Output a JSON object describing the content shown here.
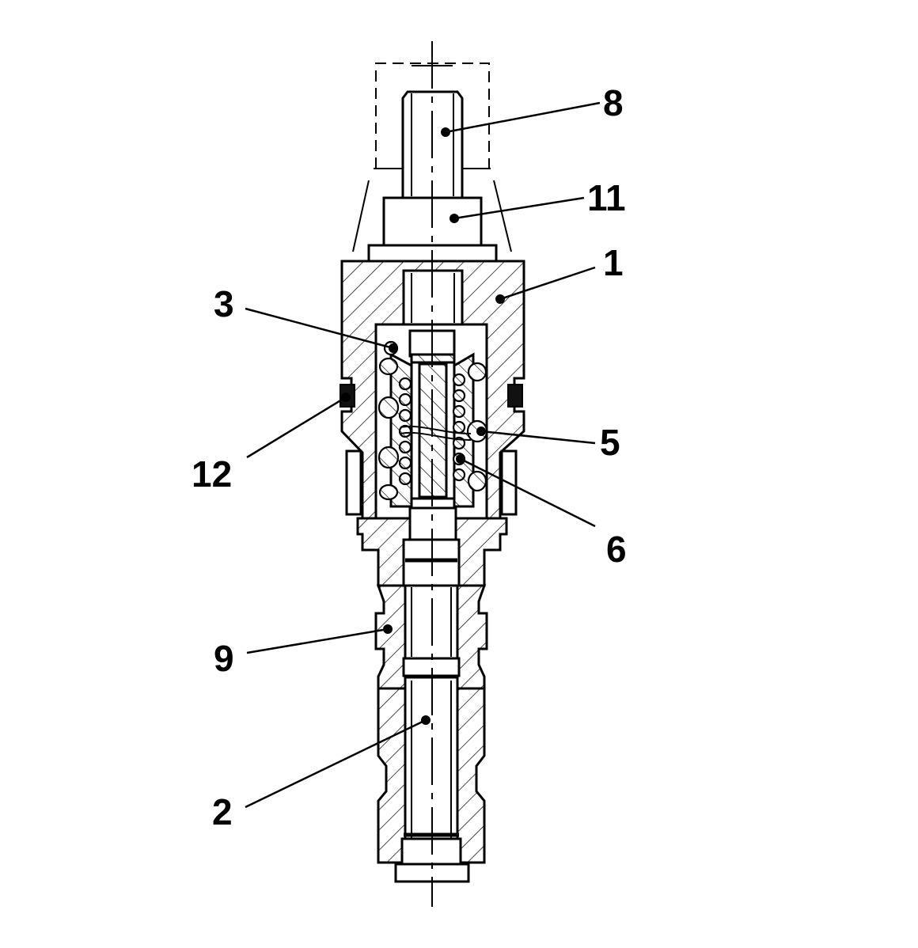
{
  "callouts": [
    {
      "id": "8",
      "label": "8"
    },
    {
      "id": "11",
      "label": "11"
    },
    {
      "id": "1",
      "label": "1"
    },
    {
      "id": "3",
      "label": "3"
    },
    {
      "id": "5",
      "label": "5"
    },
    {
      "id": "12",
      "label": "12"
    },
    {
      "id": "6",
      "label": "6"
    },
    {
      "id": "9",
      "label": "9"
    },
    {
      "id": "2",
      "label": "2"
    }
  ]
}
